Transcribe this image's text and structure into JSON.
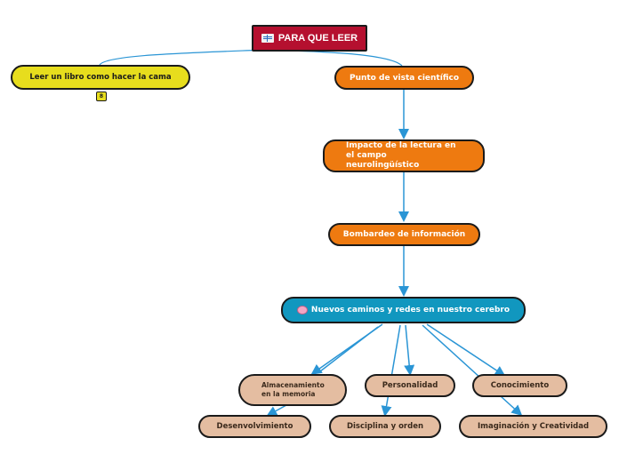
{
  "colors": {
    "root": "#b5102f",
    "yellow": "#e7dd1d",
    "orange": "#ee7a10",
    "blue": "#1197bf",
    "tan": "#e4bda1",
    "edge": "#2a95d5"
  },
  "root": {
    "label": "PARA QUE LEER",
    "icon": "book-icon"
  },
  "left_branch": {
    "label": "Leer un libro como hacer la cama",
    "badge": "8"
  },
  "main_chain": {
    "scientific": "Punto de vista científico",
    "impact": "Impacto de la lectura en el campo neurolingüístico",
    "bombardeo": "Bombardeo de información",
    "caminos": "Nuevos caminos y redes en nuestro cerebro",
    "caminos_icon": "brain-icon"
  },
  "leaves": {
    "almacenamiento": "Almacenamiento en la memoria",
    "personalidad": "Personalidad",
    "conocimiento": "Conocimiento",
    "desenvolvimiento": "Desenvolvimiento",
    "disciplina": "Disciplina y orden",
    "imaginacion": "Imaginación y Creatividad"
  }
}
